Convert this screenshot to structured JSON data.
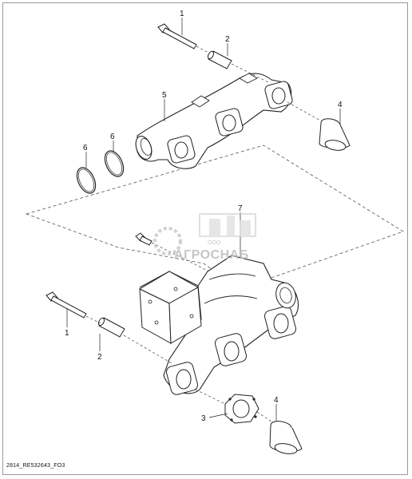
{
  "diagram": {
    "callouts": {
      "c1_top": "1",
      "c2_top": "2",
      "c4_top": "4",
      "c5": "5",
      "c6_left": "6",
      "c6_right": "6",
      "c7": "7",
      "c1_bottom": "1",
      "c2_bottom": "2",
      "c3": "3",
      "c4_bottom": "4"
    },
    "footer_code": "2814_RE532643_FO3",
    "watermark": {
      "brand": "АГРОСНАБ",
      "prefix": "ООО"
    }
  }
}
